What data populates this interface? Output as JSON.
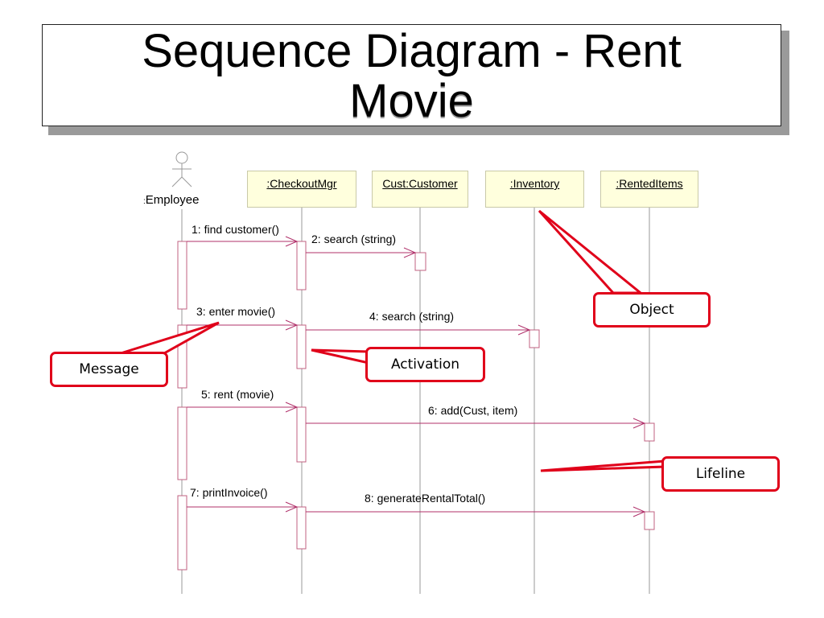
{
  "title": {
    "line1": "Sequence Diagram - Rent",
    "line2": "Movie"
  },
  "actor": {
    "prefix": ":",
    "name": "Employee"
  },
  "objects": {
    "checkout": ":CheckoutMgr",
    "customer": "Cust:Customer",
    "inventory": ":Inventory",
    "rented": ":RentedItems"
  },
  "messages": {
    "m1": "1: find customer()",
    "m2": "2: search (string)",
    "m3": "3: enter movie()",
    "m4": "4: search (string)",
    "m5": "5: rent (movie)",
    "m6": "6: add(Cust, item)",
    "m7": "7: printInvoice()",
    "m8": "8: generateRentalTotal()"
  },
  "callouts": {
    "object": "Object",
    "activation": "Activation",
    "message": "Message",
    "lifeline": "Lifeline"
  },
  "colors": {
    "lifeline": "#9a9a9a",
    "message_arrow": "#b0306a",
    "activation_border": "#c06080",
    "callout_red": "#e0001a",
    "object_fill": "#ffffdd"
  }
}
